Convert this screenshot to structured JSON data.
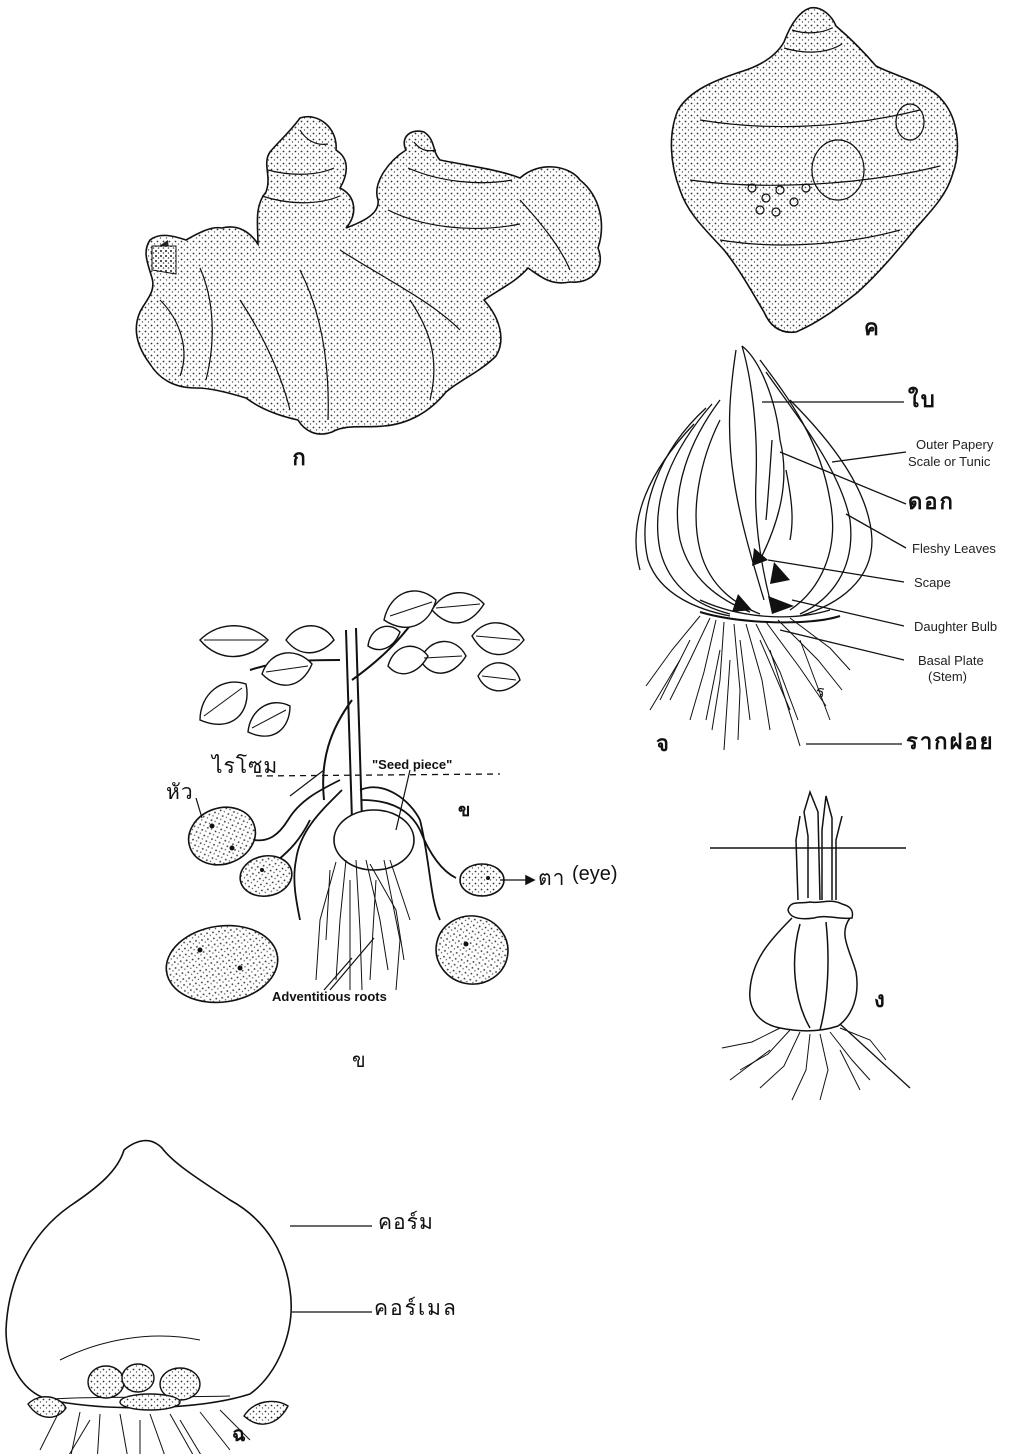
{
  "figures": {
    "rhizome_ginger": {
      "letter": "ก"
    },
    "potato_tuber": {
      "letter": "ข",
      "inner_letter": "ข",
      "labels": {
        "tuber": "หัว",
        "rhizome": "ไรโซม",
        "seed_piece": "\"Seed piece\"",
        "eye_thai": "ตา",
        "eye_en": "(eye)",
        "adventitious_roots": "Adventitious roots"
      }
    },
    "corm_tuber_top": {
      "letter": "ค"
    },
    "hyacinth_bulb": {
      "letter": "ง"
    },
    "onion_bulb_section": {
      "letter": "จ",
      "labels": {
        "leaf": "ใบ",
        "outer_scale_line1": "Outer Papery",
        "outer_scale_line2": "Scale or Tunic",
        "flower": "ดอก",
        "fleshy_leaves": "Fleshy Leaves",
        "scape": "Scape",
        "daughter_bulb": "Daughter Bulb",
        "basal_plate_line1": "Basal Plate",
        "basal_plate_line2": "(Stem)",
        "root_mark": "ร",
        "fibrous_roots": "รากฝอย"
      }
    },
    "corm": {
      "letter": "ฉ",
      "labels": {
        "corm": "คอร์ม",
        "cormel": "คอร์เมล"
      }
    }
  },
  "colors": {
    "ink": "#111111",
    "paper": "#ffffff",
    "stipple": "#555555"
  }
}
